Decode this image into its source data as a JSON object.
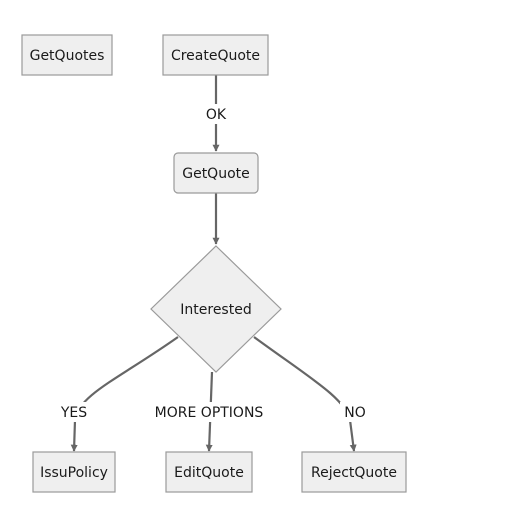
{
  "nodes": {
    "get_quotes": "GetQuotes",
    "create_quote": "CreateQuote",
    "get_quote": "GetQuote",
    "interested": "Interested",
    "issu_policy": "IssuPolicy",
    "edit_quote": "EditQuote",
    "reject_quote": "RejectQuote"
  },
  "edges": {
    "ok": "OK",
    "yes": "YES",
    "more_options": "MORE OPTIONS",
    "no": "NO"
  }
}
